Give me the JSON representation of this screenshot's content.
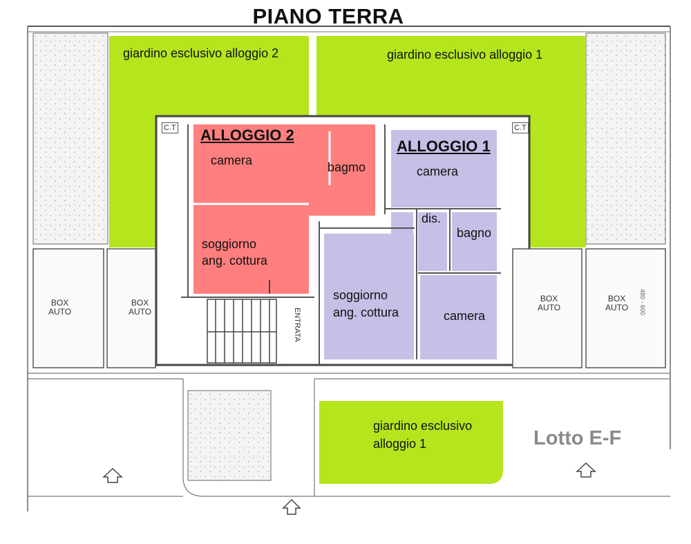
{
  "title": "PIANO TERRA",
  "labels": {
    "garden_a2_top": "giardino esclusivo alloggio 2",
    "garden_a1_top": "giardino esclusivo alloggio 1",
    "garden_a1_bottom_line1": "giardino esclusivo",
    "garden_a1_bottom_line2": "alloggio 1",
    "alloggio2": "ALLOGGIO 2",
    "alloggio1": "ALLOGGIO 1",
    "a2_camera": "camera",
    "a2_bagmo": "bagmo",
    "a2_soggiorno_line1": "soggiorno",
    "a2_soggiorno_line2": "ang. cottura",
    "a1_camera_top": "camera",
    "a1_dis": "dis.",
    "a1_bagno": "bagno",
    "a1_soggiorno_line1": "soggiorno",
    "a1_soggiorno_line2": "ang. cottura",
    "a1_camera_bottom": "camera",
    "box": "BOX",
    "auto": "AUTO",
    "entrata": "ENTRATA",
    "ct": "C.T",
    "lotto": "Lotto E-F",
    "dim": "480 - 600"
  },
  "colors": {
    "garden_green": "#b5e61d",
    "alloggio2_red": "#ff7f7f",
    "alloggio1_lilac": "#c8bfe7",
    "wall": "#444444",
    "hatch": "#eeeeee"
  }
}
